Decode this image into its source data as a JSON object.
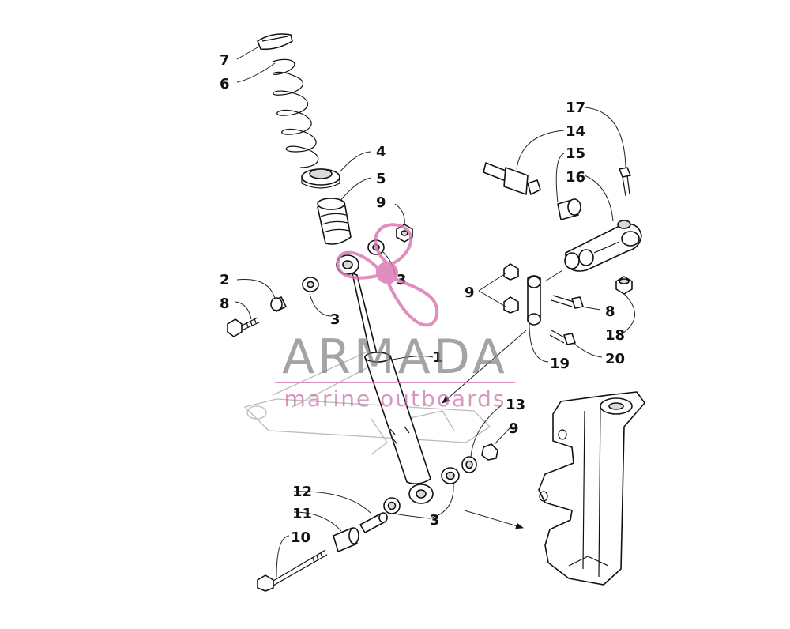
{
  "watermark": {
    "brand": "ARMADA",
    "tagline": "marine outboards",
    "accent_color": "#d873b0",
    "logo_icon": "propeller-icon"
  },
  "callouts": {
    "c7": "7",
    "c6": "6",
    "c4": "4",
    "c5": "5",
    "c9a": "9",
    "c3a": "3",
    "c2": "2",
    "c8a": "8",
    "c3b": "3",
    "c1": "1",
    "c17": "17",
    "c14": "14",
    "c15": "15",
    "c16": "16",
    "c9b": "9",
    "c8b": "8",
    "c18": "18",
    "c19": "19",
    "c20": "20",
    "c13": "13",
    "c9c": "9",
    "c12": "12",
    "c11": "11",
    "c10": "10",
    "c3c": "3"
  }
}
